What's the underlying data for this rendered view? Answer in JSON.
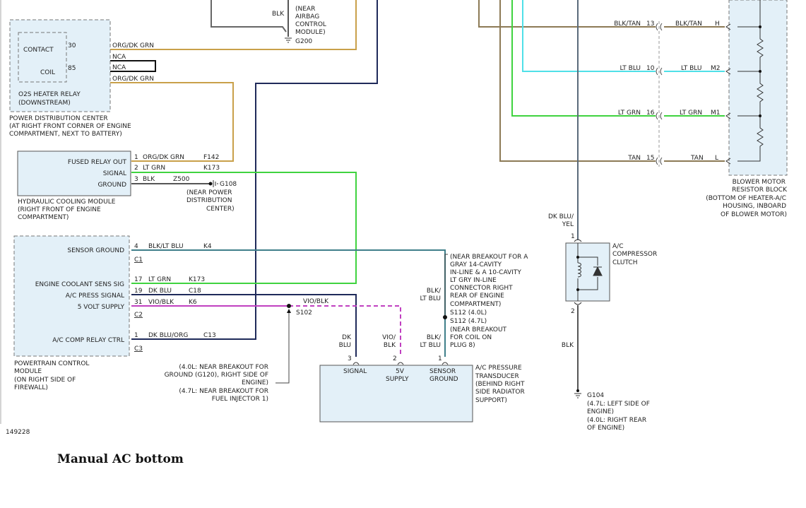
{
  "caption": "Manual AC bottom",
  "figure_id": "149228",
  "colors": {
    "org_dk_grn": "#c9a04a",
    "lt_grn": "#3fd33f",
    "dk_blu": "#1f2a5a",
    "vio_blk": "#c040c0",
    "blk": "#555555",
    "blk_lt_blu": "#3f7f8a",
    "tan": "#8c7a55",
    "lt_blu": "#4fe0e8",
    "box_fill": "#e3f0f8"
  },
  "o2s_relay": {
    "contact": "CONTACT",
    "coil": "COIL",
    "pin30": "30",
    "pin85": "85",
    "name1": "O2S HEATER RELAY",
    "name2": "(DOWNSTREAM)",
    "wire1": "ORG/DK GRN",
    "nca1": "NCA",
    "nca2": "NCA",
    "wire2": "ORG/DK GRN"
  },
  "pdc": {
    "l1": "POWER DISTRIBUTION CENTER",
    "l2": "(AT RIGHT FRONT CORNER OF ENGINE",
    "l3": "COMPARTMENT, NEXT TO BATTERY)"
  },
  "g200": {
    "blk": "BLK",
    "l1": "(NEAR",
    "l2": "AIRBAG",
    "l3": "CONTROL",
    "l4": "MODULE)",
    "name": "G200"
  },
  "hcm": {
    "p1": "FUSED RELAY OUT",
    "p2": "SIGNAL",
    "p3": "GROUND",
    "n1": "1",
    "n2": "2",
    "n3": "3",
    "w1": "ORG/DK GRN",
    "w2": "LT GRN",
    "w3": "BLK",
    "c1": "F142",
    "c2": "K173",
    "c3": "Z500",
    "g108": "G108",
    "g108a": "(NEAR POWER",
    "g108b": "DISTRIBUTION",
    "g108c": "CENTER)",
    "l1": "HYDRAULIC COOLING MODULE",
    "l2": "(RIGHT FRONT OF ENGINE",
    "l3": "COMPARTMENT)"
  },
  "pcm": {
    "sensor_ground": "SENSOR GROUND",
    "ect": "ENGINE COOLANT SENS SIG",
    "acp": "A/C PRESS SIGNAL",
    "v5": "5 VOLT SUPPLY",
    "accr": "A/C COMP RELAY CTRL",
    "n4": "4",
    "n17": "17",
    "n19": "19",
    "n31": "31",
    "n1": "1",
    "w4": "BLK/LT BLU",
    "w17": "LT GRN",
    "w19": "DK BLU",
    "w31": "VIO/BLK",
    "w1": "DK BLU/ORG",
    "c4": "K4",
    "c17": "K173",
    "c19": "C18",
    "c31": "K6",
    "c1": "C13",
    "conn1": "C1",
    "conn2": "C2",
    "conn3": "C3",
    "l1": "POWERTRAIN CONTROL",
    "l2": "MODULE",
    "l3": "(ON RIGHT SIDE OF",
    "l4": "FIREWALL)"
  },
  "s102": {
    "name": "S102",
    "vio_blk": "VIO/BLK",
    "n1": "(4.0L: NEAR BREAKOUT FOR",
    "n2": "GROUND (G120), RIGHT SIDE OF",
    "n3": "ENGINE)",
    "n4": "(4.7L: NEAR BREAKOUT FOR",
    "n5": "FUEL INJECTOR 1)"
  },
  "s112": {
    "a1": "(NEAR BREAKOUT FOR A",
    "a2": "GRAY 14-CAVITY",
    "a3": "IN-LINE & A 10-CAVITY",
    "a4": "LT GRY IN-LINE",
    "a5": "CONNECTOR RIGHT",
    "a6": "REAR OF ENGINE",
    "a7": "COMPARTMENT)",
    "b1": "S112 (4.0L)",
    "b2": "S112 (4.7L)",
    "b3": "(NEAR BREAKOUT",
    "b4": "FOR COIL ON",
    "b5": "PLUG 8)",
    "w_top1": "BLK/",
    "w_top2": "LT BLU"
  },
  "transducer": {
    "signal": "SIGNAL",
    "v5a": "5V",
    "v5b": "SUPPLY",
    "sg1": "SENSOR",
    "sg2": "GROUND",
    "n3": "3",
    "n2": "2",
    "n1": "1",
    "w3a": "DK",
    "w3b": "BLU",
    "w2a": "VIO/",
    "w2b": "BLK",
    "w1a": "BLK/",
    "w1b": "LT BLU",
    "l1": "A/C PRESSURE",
    "l2": "TRANSDUCER",
    "l3": "(BEHIND RIGHT",
    "l4": "SIDE RADIATOR",
    "l5": "SUPPORT)"
  },
  "clutch": {
    "w_top1": "DK BLU/",
    "w_top2": "YEL",
    "n1": "1",
    "n2": "2",
    "blk": "BLK",
    "l1": "A/C",
    "l2": "COMPRESSOR",
    "l3": "CLUTCH",
    "g104": "G104",
    "g1": "(4.7L: LEFT SIDE OF",
    "g2": "ENGINE)",
    "g3": "(4.0L: RIGHT REAR",
    "g4": "OF ENGINE)"
  },
  "blower": {
    "rows": [
      {
        "wire": "BLK/TAN",
        "pin": "13",
        "wire2": "BLK/TAN",
        "term": "H"
      },
      {
        "wire": "LT BLU",
        "pin": "10",
        "wire2": "LT BLU",
        "term": "M2"
      },
      {
        "wire": "LT GRN",
        "pin": "16",
        "wire2": "LT GRN",
        "term": "M1"
      },
      {
        "wire": "TAN",
        "pin": "15",
        "wire2": "TAN",
        "term": "L"
      }
    ],
    "l1": "BLOWER MOTOR",
    "l2": "RESISTOR BLOCK",
    "l3": "(BOTTOM OF HEATER-A/C",
    "l4": "HOUSING, INBOARD",
    "l5": "OF BLOWER MOTOR)"
  }
}
